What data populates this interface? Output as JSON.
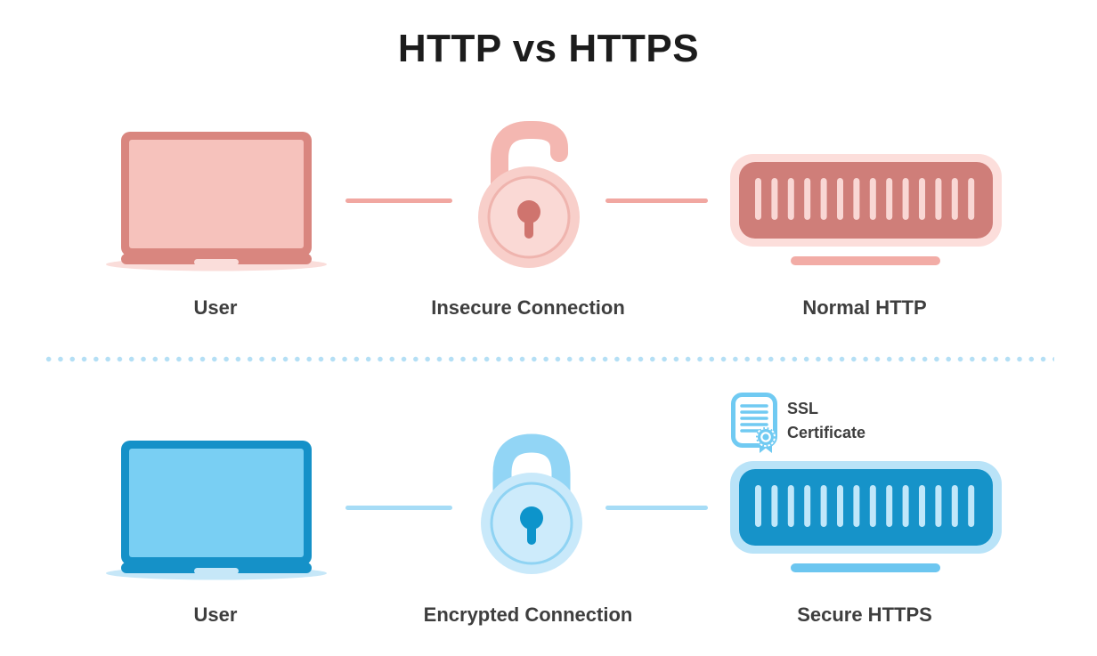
{
  "title": "HTTP vs HTTPS",
  "colors": {
    "title": "#1C1C1C",
    "text": "#3E3E3E",
    "pink": {
      "frame": "#D9867F",
      "screen": "#F6C2BC",
      "shadow": "#FADDDA",
      "line": "#F1A7A1",
      "shackle": "#F4B7B1",
      "lockBody": "#F8CFCA",
      "lockRing": "#EFB4AE",
      "lockInner": "#FAD9D5",
      "keyhole": "#CF746E",
      "serverOuter": "#FCDEDB",
      "serverInner": "#CF7E79",
      "serverBar": "#F9D7D4",
      "stand": "#F2ACA6"
    },
    "blue": {
      "frame": "#1591C8",
      "screen": "#79CFF3",
      "shadow": "#C6E7F8",
      "line": "#A6DCF6",
      "shackle": "#92D5F5",
      "lockBody": "#C9E9FA",
      "lockRing": "#8FD3F3",
      "lockInner": "#CDEBFB",
      "keyhole": "#0D94CB",
      "serverOuter": "#B9E3F8",
      "serverInner": "#1693C9",
      "serverBar": "#C0E7FA",
      "stand": "#6CC6F0",
      "cert": "#70CAF2",
      "dots": "#B4DFF5"
    }
  },
  "rows": {
    "http": {
      "user_label": "User",
      "connection_label": "Insecure Connection",
      "server_label": "Normal HTTP"
    },
    "https": {
      "user_label": "User",
      "connection_label": "Encrypted Connection",
      "server_label": "Secure HTTPS",
      "ssl_badge": {
        "line1": "SSL",
        "line2": "Certificate"
      }
    }
  }
}
